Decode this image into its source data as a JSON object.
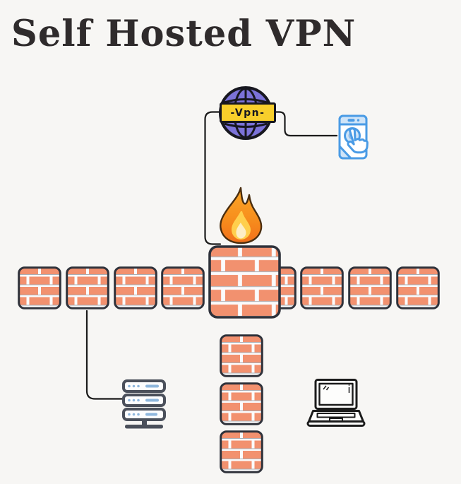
{
  "title": "Self Hosted VPN",
  "vpn_banner": {
    "label": "-Vpn-"
  },
  "nodes": {
    "internet": {
      "icon": "globe-icon",
      "label": "-Vpn-"
    },
    "mobile_client": {
      "icon": "smartphone-touch-icon"
    },
    "firewall": {
      "icon": "fire-icon",
      "base": "brick-wall-block"
    },
    "server": {
      "icon": "server-rack-icon"
    },
    "laptop_client": {
      "icon": "laptop-icon"
    }
  },
  "walls": {
    "horizontal_small_segments": 8,
    "vertical_small_segments": 3,
    "center_blocks": 1
  },
  "connections": [
    {
      "from": "internet-globe",
      "to": "firewall-center-block"
    },
    {
      "from": "internet-globe",
      "to": "mobile-client"
    },
    {
      "from": "wall-segment-2",
      "to": "server"
    }
  ],
  "colors": {
    "background": "#f7f6f4",
    "title_text": "#2f2b2c",
    "brick_fill": "#f2916f",
    "brick_mortar": "#fbfbfc",
    "wall_border": "#2f323b",
    "globe_fill": "#7b72d8",
    "globe_line": "#17171f",
    "banner_fill": "#f8cf2b",
    "phone_blue": "#4a9be5",
    "phone_light_blue": "#cfe4f8",
    "flame_orange": "#f7941e",
    "server_gray": "#4b505b",
    "server_accent": "#8fb7dd",
    "laptop_outline": "#1b1b1b",
    "line_color": "#1b1b1b"
  }
}
